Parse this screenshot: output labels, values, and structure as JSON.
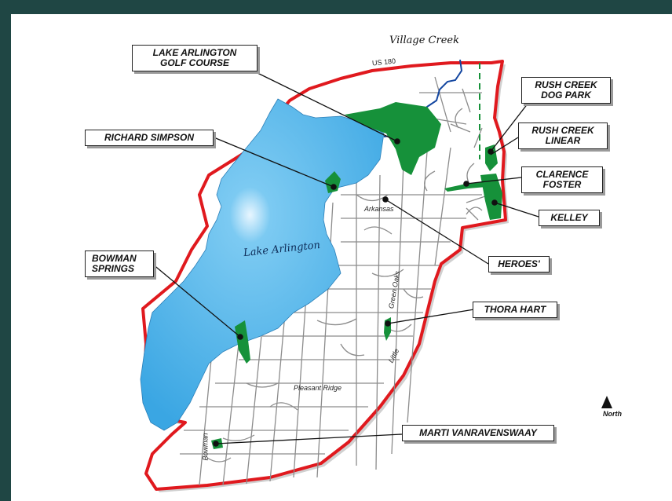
{
  "map": {
    "water": {
      "lake_label": "Lake Arlington",
      "creek_label": "Village Creek"
    },
    "streets": {
      "us180": "US 180",
      "arkansas": "Arkansas",
      "green_oaks": "Green Oaks",
      "little": "Little",
      "pleasant_ridge": "Pleasant Ridge",
      "bowman": "Bowman"
    },
    "compass": {
      "label": "North"
    },
    "parks": [
      {
        "id": "lake-arlington-golf-course",
        "label": "LAKE ARLINGTON\nGOLF COURSE"
      },
      {
        "id": "rush-creek-dog-park",
        "label": "RUSH CREEK\nDOG PARK"
      },
      {
        "id": "richard-simpson",
        "label": "RICHARD SIMPSON"
      },
      {
        "id": "rush-creek-linear",
        "label": "RUSH CREEK\nLINEAR"
      },
      {
        "id": "clarence-foster",
        "label": "CLARENCE\nFOSTER"
      },
      {
        "id": "kelley",
        "label": "KELLEY"
      },
      {
        "id": "heroes",
        "label": "HEROES'"
      },
      {
        "id": "bowman-springs",
        "label": "BOWMAN\nSPRINGS"
      },
      {
        "id": "thora-hart",
        "label": "THORA HART"
      },
      {
        "id": "marti-vanravenswaay",
        "label": "MARTI VANRAVENSWAAY"
      }
    ],
    "colors": {
      "frame": "#1f4644",
      "boundary": "#e0191e",
      "lake": "#4fb4ea",
      "park": "#16913a",
      "creek": "#1346a0",
      "roads": "#8c8c8c"
    }
  }
}
